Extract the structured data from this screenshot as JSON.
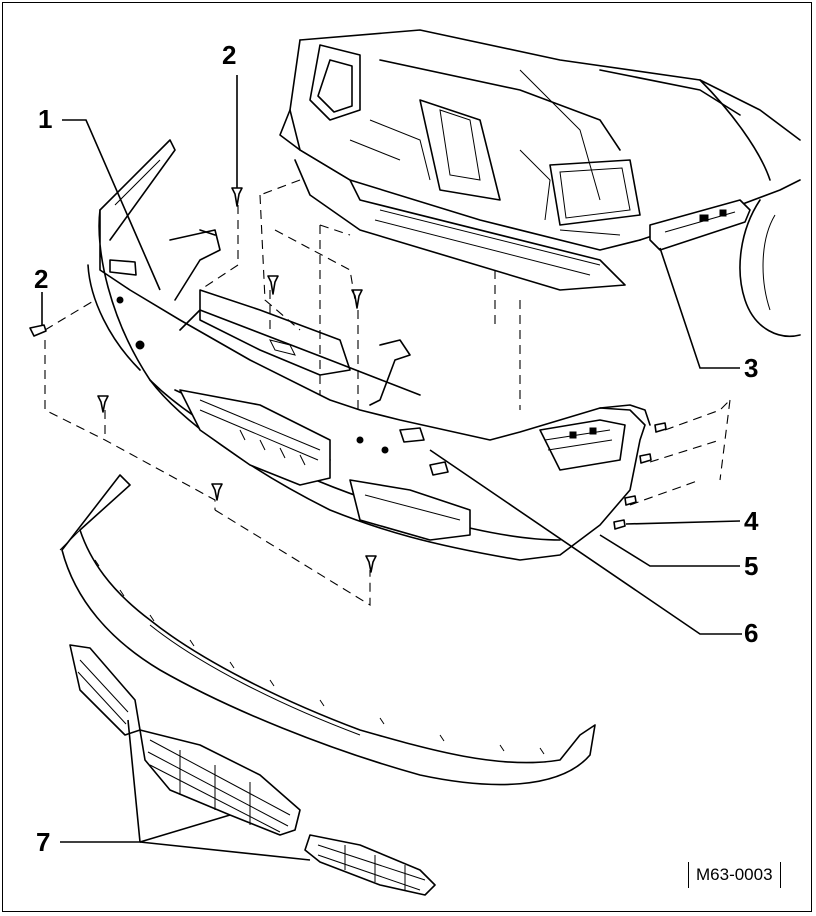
{
  "diagram": {
    "labels": [
      {
        "id": "1",
        "text": "1"
      },
      {
        "id": "2a",
        "text": "2"
      },
      {
        "id": "2b",
        "text": "2"
      },
      {
        "id": "3",
        "text": "3"
      },
      {
        "id": "4",
        "text": "4"
      },
      {
        "id": "5",
        "text": "5"
      },
      {
        "id": "6",
        "text": "6"
      },
      {
        "id": "7",
        "text": "7"
      }
    ],
    "reference_code": "M63-0003"
  }
}
